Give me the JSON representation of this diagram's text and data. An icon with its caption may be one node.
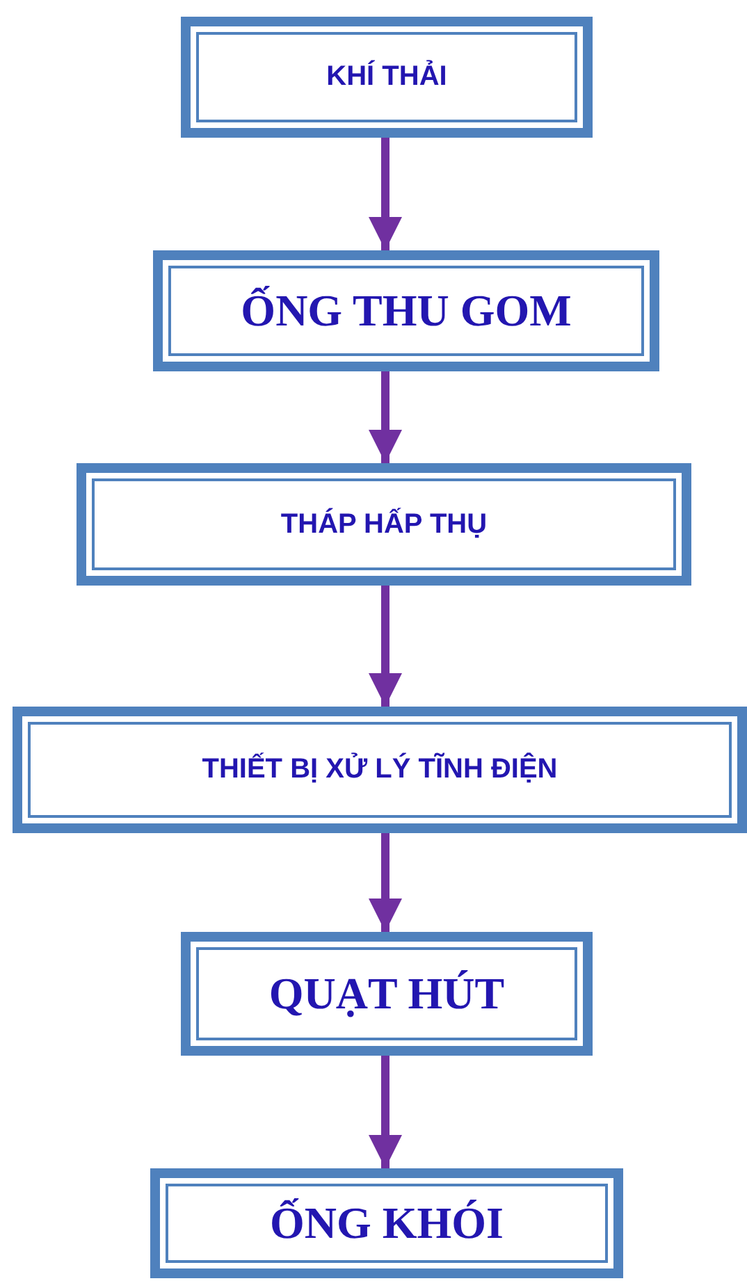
{
  "diagram": {
    "nodes": [
      {
        "text": [
          "KHÍ THẢI"
        ]
      },
      {
        "text": [
          "ỐNG THU GOM"
        ]
      },
      {
        "text": [
          "THÁP HẤP THỤ"
        ]
      },
      {
        "text": [
          "THIẾT BỊ XỬ LÝ TĨNH ĐIỆN"
        ]
      },
      {
        "text": [
          "QUẠT HÚT"
        ]
      },
      {
        "text": [
          "ỐNG KHÓI"
        ]
      }
    ],
    "edges": [
      {
        "from": 0,
        "to": 1,
        "arrow": "to"
      },
      {
        "from": 1,
        "to": 2,
        "arrow": "to"
      },
      {
        "from": 2,
        "to": 3,
        "arrow": "to"
      },
      {
        "from": 3,
        "to": 4,
        "arrow": "to"
      },
      {
        "from": 4,
        "to": 5,
        "arrow": "to"
      }
    ]
  }
}
